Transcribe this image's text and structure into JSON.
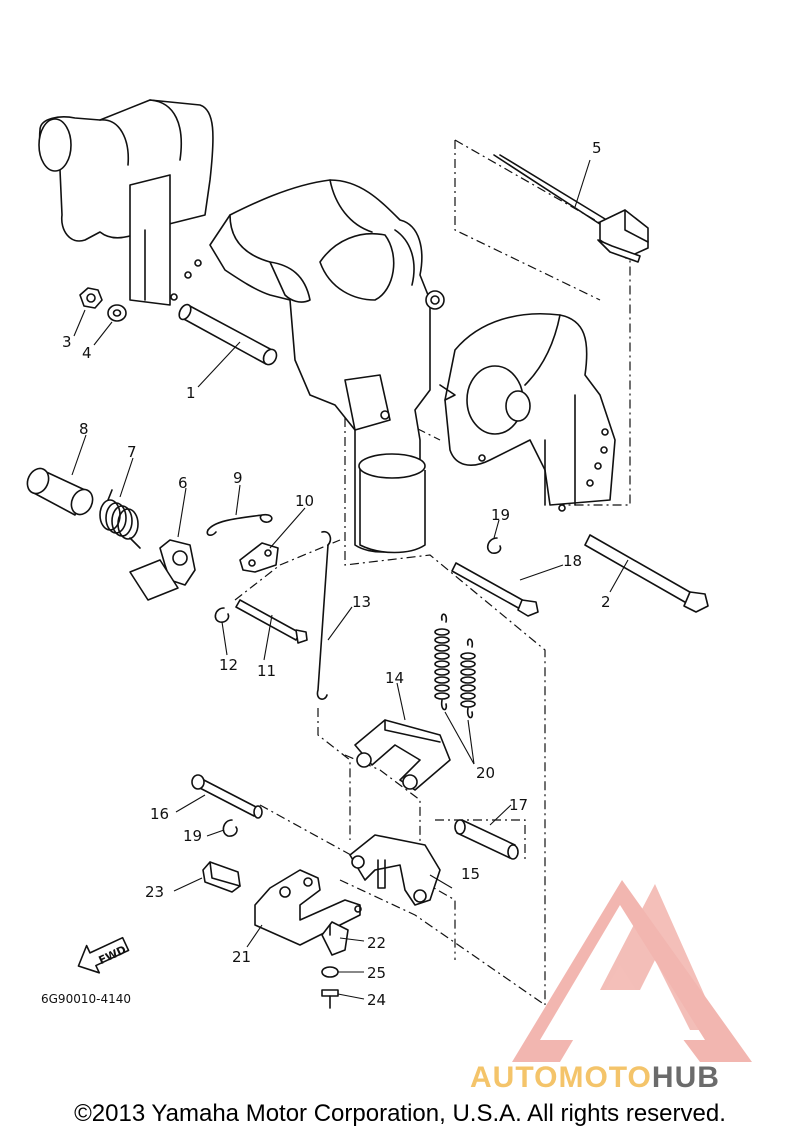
{
  "diagram": {
    "drawing_number": "6G90010-4140",
    "fwd_label": "FWD",
    "callouts": {
      "c1": "1",
      "c2": "2",
      "c3": "3",
      "c4": "4",
      "c5": "5",
      "c6": "6",
      "c7": "7",
      "c8": "8",
      "c9": "9",
      "c10": "10",
      "c11": "11",
      "c12": "12",
      "c13": "13",
      "c14": "14",
      "c15": "15",
      "c16": "16",
      "c17": "17",
      "c18": "18",
      "c19a": "19",
      "c19b": "19",
      "c20": "20",
      "c21": "21",
      "c22": "22",
      "c23": "23",
      "c24": "24",
      "c25": "25"
    }
  },
  "watermark": {
    "part1": "AUTOMOTO",
    "part2": "HUB",
    "color_light": "#f4c46a",
    "color_red": "#ee6b5f",
    "color_dark": "#6b6b6b"
  },
  "footer": {
    "copyright": "©2013 Yamaha Motor Corporation, U.S.A. All rights reserved."
  }
}
